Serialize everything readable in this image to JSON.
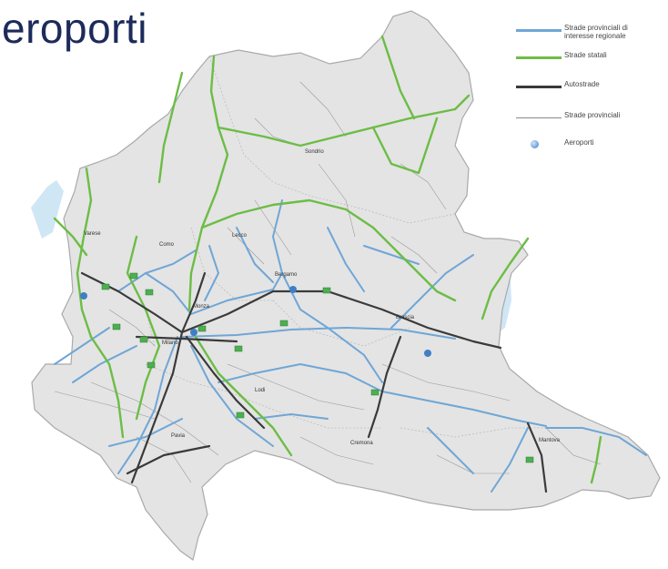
{
  "title": "eroporti",
  "legend": [
    {
      "label": "Strade provinciali di interesse regionale",
      "symbol": "blue-line",
      "color": "#6fa6d6"
    },
    {
      "label": "Strade statali",
      "symbol": "green-line",
      "color": "#6cbd45"
    },
    {
      "label": "Autostrade",
      "symbol": "dark-line",
      "color": "#3a3a3a"
    },
    {
      "label": "Strade provinciali",
      "symbol": "thin-gray-line",
      "color": "#8a8a8a"
    },
    {
      "label": "Aeroporti",
      "symbol": "airport-dot",
      "color": "#3f7fc4"
    }
  ],
  "map": {
    "region_fill": "#e4e4e4",
    "border_color": "#a9a9a9",
    "lake_color": "#cfe6f5",
    "cities": {
      "sondrio": "Sondrio",
      "varese": "Varese",
      "como": "Como",
      "lecco": "Lecco",
      "bergamo": "Bergamo",
      "monza": "Monza",
      "milano": "Milano",
      "brescia": "Brescia",
      "lodi": "Lodi",
      "pavia": "Pavia",
      "cremona": "Cremona",
      "mantova": "Mantova"
    }
  }
}
